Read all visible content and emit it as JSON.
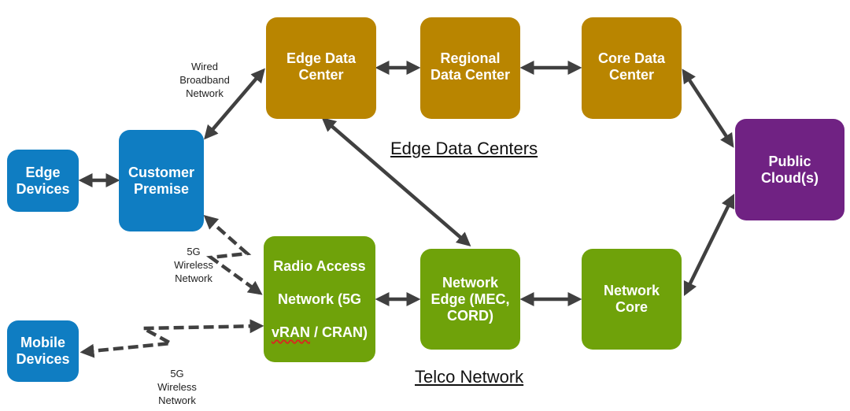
{
  "nodes": {
    "edge_devices": "Edge\nDevices",
    "customer_premise": "Customer\nPremise",
    "mobile_devices": "Mobile\nDevices",
    "edge_data_center": "Edge Data\nCenter",
    "regional_data_center": "Regional\nData Center",
    "core_data_center": "Core Data\nCenter",
    "public_clouds": "Public\nCloud(s)",
    "ran_line1": "Radio Access",
    "ran_line2": "Network (5G",
    "ran_line3_a": "vRAN",
    "ran_line3_b": " / CRAN)",
    "network_edge": "Network\nEdge (MEC,\nCORD)",
    "network_core": "Network\nCore"
  },
  "labels": {
    "wired_broadband": "Wired\nBroadband\nNetwork",
    "wireless_5g_upper": "5G\nWireless\nNetwork",
    "wireless_5g_lower": "5G\nWireless\nNetwork"
  },
  "sections": {
    "edge_data_centers": "Edge Data Centers",
    "telco_network": "Telco Network"
  },
  "colors": {
    "blue": "#0f7dc2",
    "gold": "#b98500",
    "green": "#6fa20a",
    "purple": "#702283",
    "arrow": "#404040"
  }
}
